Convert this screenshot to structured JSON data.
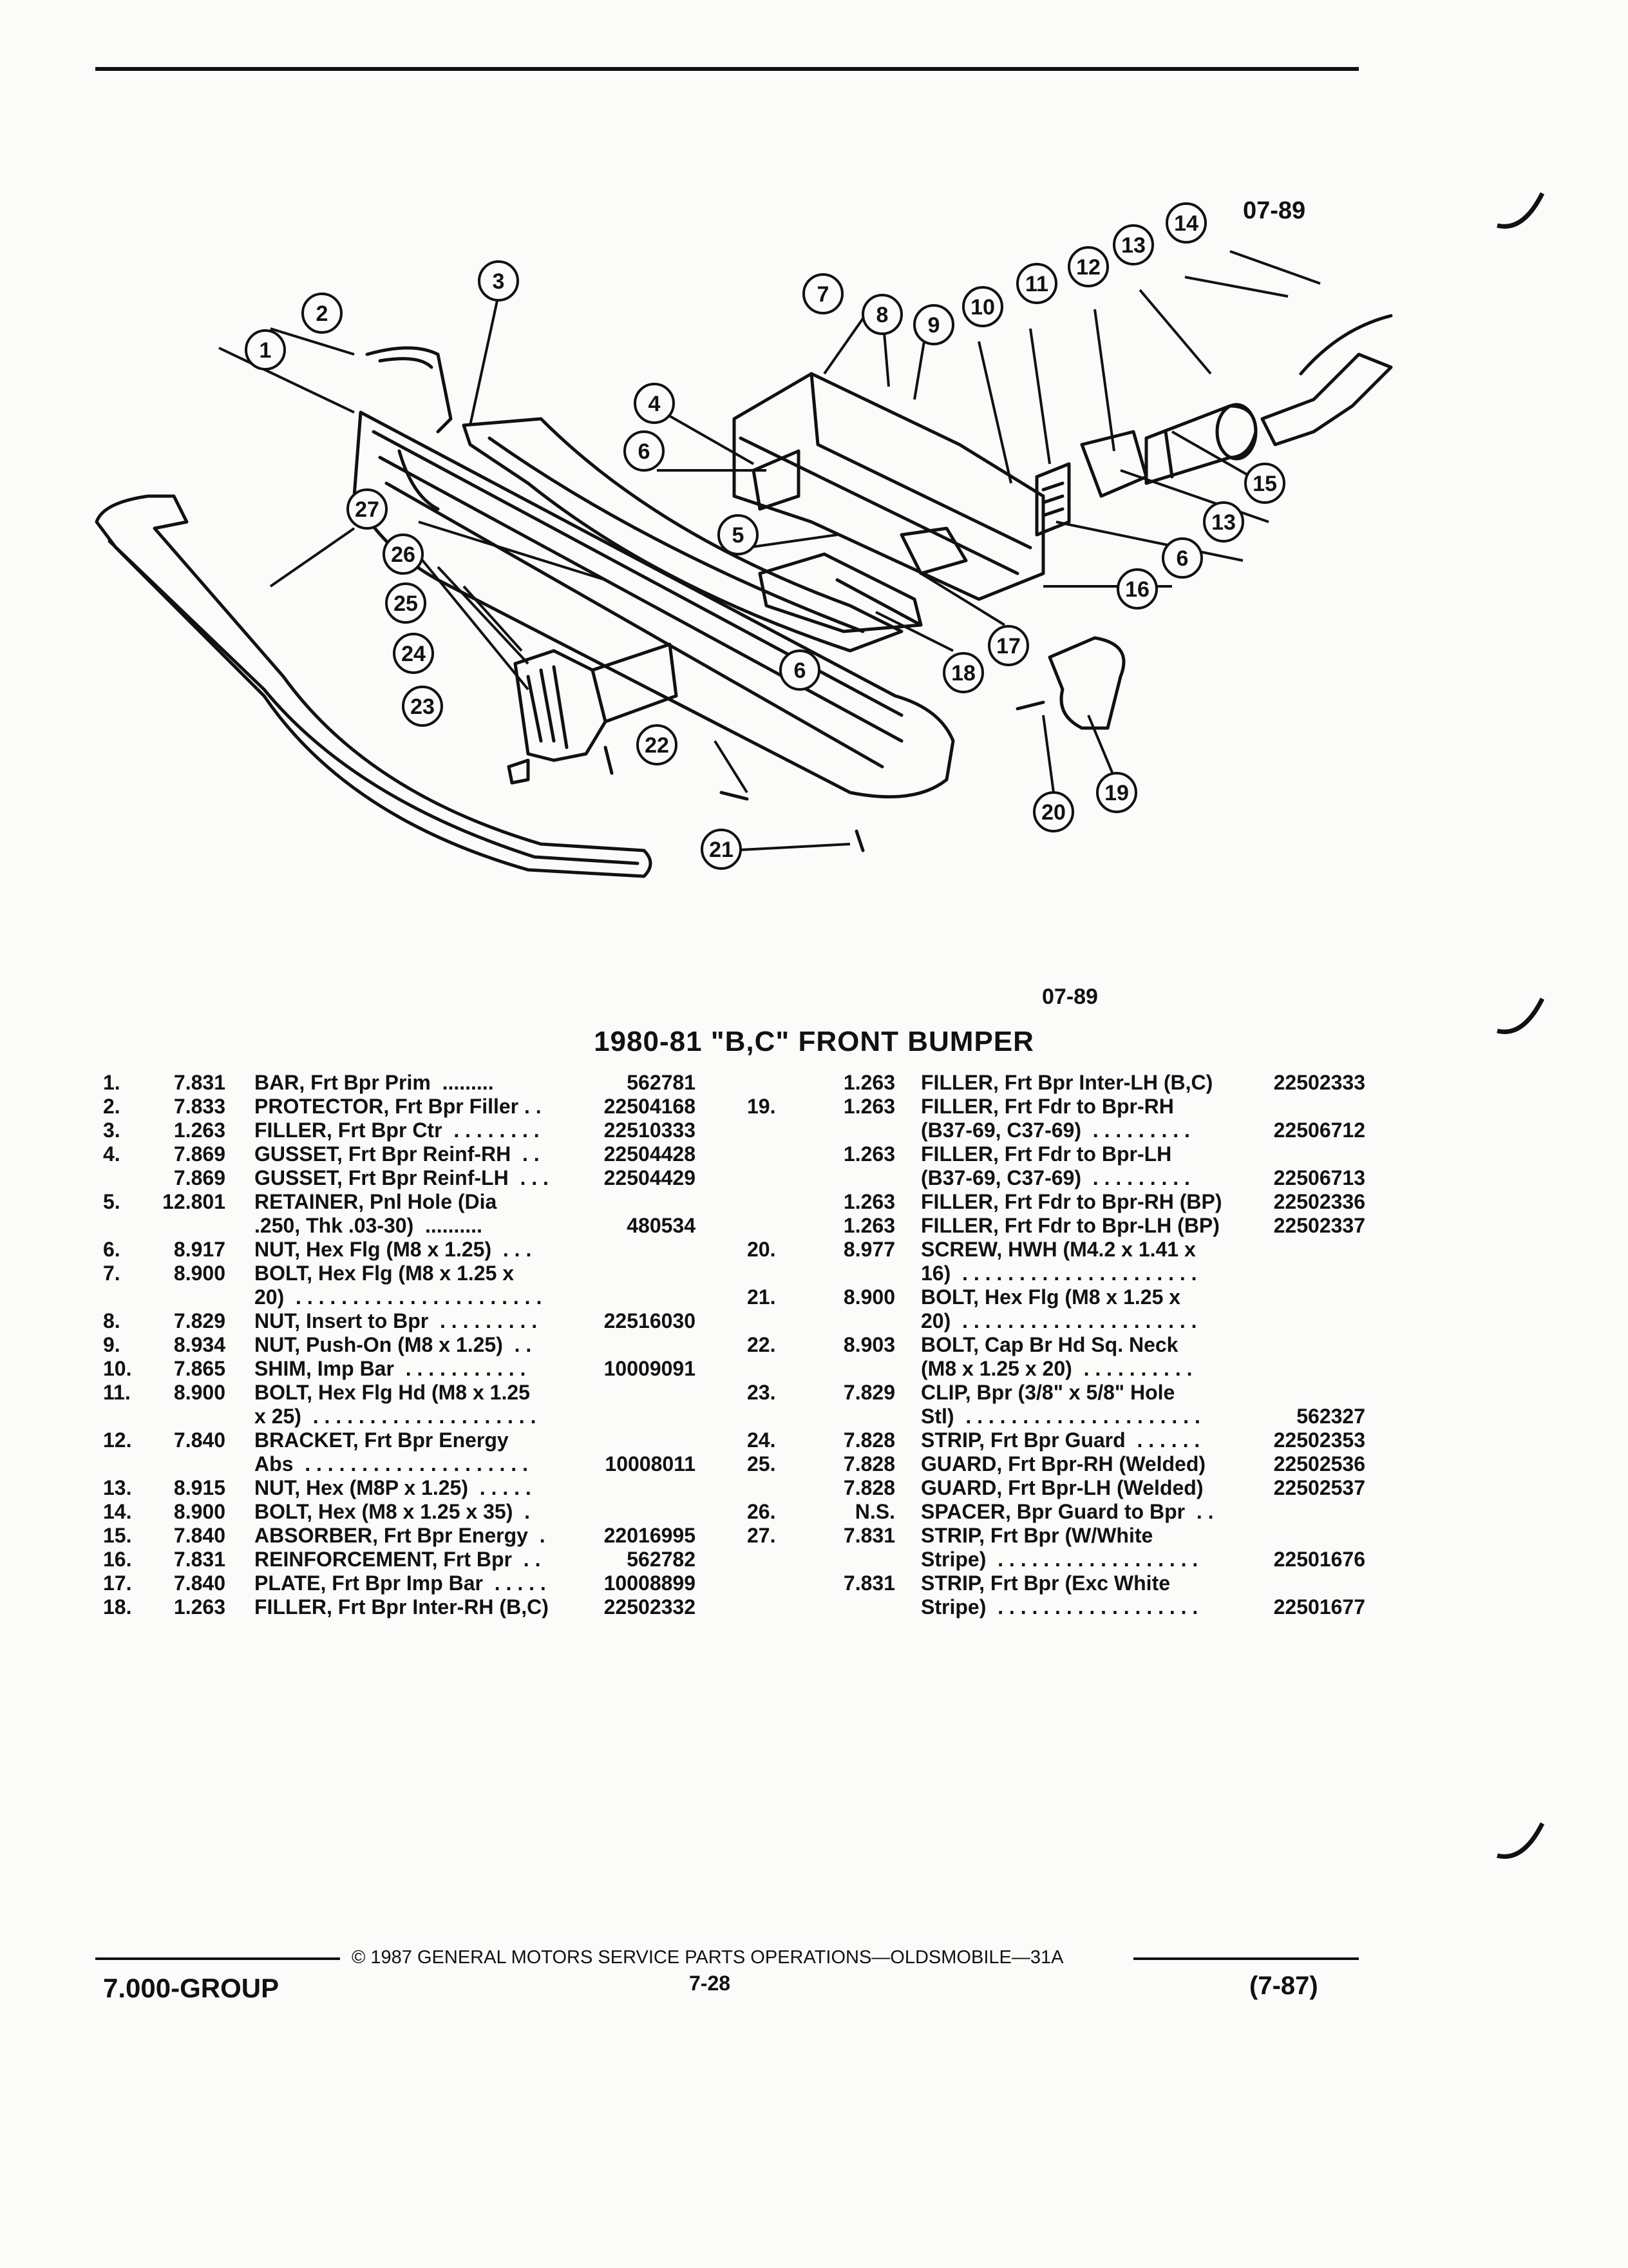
{
  "figure_code_top": "07-89",
  "figure_code_bottom": "07-89",
  "title": "1980-81 \"B,C\" FRONT BUMPER",
  "callouts": [
    "1",
    "2",
    "3",
    "4",
    "5",
    "6",
    "7",
    "8",
    "9",
    "10",
    "11",
    "12",
    "13",
    "14",
    "15",
    "16",
    "17",
    "18",
    "19",
    "20",
    "21",
    "22",
    "23",
    "24",
    "25",
    "26",
    "27"
  ],
  "parts_left": [
    {
      "num": "1.",
      "grp": "7.831",
      "name": "BAR,",
      "desc": " Frt Bpr Prim  .........",
      "part": "562781"
    },
    {
      "num": "2.",
      "grp": "7.833",
      "name": "PROTECTOR,",
      "desc": " Frt Bpr Filler . .",
      "part": "22504168"
    },
    {
      "num": "3.",
      "grp": "1.263",
      "name": "FILLER,",
      "desc": " Frt Bpr Ctr  . . . . . . . .",
      "part": "22510333"
    },
    {
      "num": "4.",
      "grp": "7.869",
      "name": "GUSSET,",
      "desc": " Frt Bpr Reinf-RH  . .",
      "part": "22504428"
    },
    {
      "num": "",
      "grp": "7.869",
      "name": "GUSSET,",
      "desc": " Frt Bpr Reinf-LH  . . .",
      "part": "22504429"
    },
    {
      "num": "5.",
      "grp": "12.801",
      "name": "RETAINER,",
      "desc": " Pnl Hole (Dia",
      "part": ""
    },
    {
      "num": "",
      "grp": "",
      "name": "",
      "desc": ".250, Thk .03-30)  ..........",
      "part": "480534"
    },
    {
      "num": "6.",
      "grp": "8.917",
      "name": "NUT,",
      "desc": " Hex Flg (M8 x 1.25)  . . .",
      "part": ""
    },
    {
      "num": "7.",
      "grp": "8.900",
      "name": "BOLT,",
      "desc": " Hex Flg (M8 x 1.25 x",
      "part": ""
    },
    {
      "num": "",
      "grp": "",
      "name": "",
      "desc": "20)  . . . . . . . . . . . . . . . . . . . . . .",
      "part": ""
    },
    {
      "num": "8.",
      "grp": "7.829",
      "name": "NUT,",
      "desc": " Insert to Bpr  . . . . . . . . .",
      "part": "22516030"
    },
    {
      "num": "9.",
      "grp": "8.934",
      "name": "NUT,",
      "desc": " Push-On (M8 x 1.25)  . .",
      "part": ""
    },
    {
      "num": "10.",
      "grp": "7.865",
      "name": "SHIM,",
      "desc": " Imp Bar  . . . . . . . . . . .",
      "part": "10009091"
    },
    {
      "num": "11.",
      "grp": "8.900",
      "name": "BOLT,",
      "desc": " Hex Flg Hd (M8 x 1.25",
      "part": ""
    },
    {
      "num": "",
      "grp": "",
      "name": "",
      "desc": "x 25)  . . . . . . . . . . . . . . . . . . . .",
      "part": ""
    },
    {
      "num": "12.",
      "grp": "7.840",
      "name": "BRACKET,",
      "desc": " Frt Bpr Energy",
      "part": ""
    },
    {
      "num": "",
      "grp": "",
      "name": "",
      "desc": "Abs  . . . . . . . . . . . . . . . . . . . .",
      "part": "10008011"
    },
    {
      "num": "13.",
      "grp": "8.915",
      "name": "NUT,",
      "desc": " Hex (M8P x 1.25)  . . . . .",
      "part": ""
    },
    {
      "num": "14.",
      "grp": "8.900",
      "name": "BOLT,",
      "desc": " Hex (M8 x 1.25 x 35)  .",
      "part": ""
    },
    {
      "num": "15.",
      "grp": "7.840",
      "name": "ABSORBER,",
      "desc": " Frt Bpr Energy  .",
      "part": "22016995"
    },
    {
      "num": "16.",
      "grp": "7.831",
      "name": "REINFORCEMENT,",
      "desc": " Frt Bpr  . .",
      "part": "562782"
    },
    {
      "num": "17.",
      "grp": "7.840",
      "name": "PLATE,",
      "desc": " Frt Bpr Imp Bar  . . . . .",
      "part": "10008899"
    },
    {
      "num": "18.",
      "grp": "1.263",
      "name": "FILLER,",
      "desc": " Frt Bpr Inter-RH (B,C)",
      "part": "22502332"
    }
  ],
  "parts_right": [
    {
      "num": "",
      "grp": "1.263",
      "name": "FILLER,",
      "desc": " Frt Bpr Inter-LH (B,C)",
      "part": "22502333"
    },
    {
      "num": "19.",
      "grp": "1.263",
      "name": "FILLER,",
      "desc": " Frt Fdr to Bpr-RH",
      "part": ""
    },
    {
      "num": "",
      "grp": "",
      "name": "",
      "desc": "(B37-69, C37-69)  . . . . . . . . .",
      "part": "22506712"
    },
    {
      "num": "",
      "grp": "1.263",
      "name": "FILLER,",
      "desc": " Frt Fdr to Bpr-LH",
      "part": ""
    },
    {
      "num": "",
      "grp": "",
      "name": "",
      "desc": "(B37-69, C37-69)  . . . . . . . . .",
      "part": "22506713"
    },
    {
      "num": "",
      "grp": "1.263",
      "name": "FILLER,",
      "desc": " Frt Fdr to Bpr-RH (BP)",
      "part": "22502336"
    },
    {
      "num": "",
      "grp": "1.263",
      "name": "FILLER,",
      "desc": " Frt Fdr to Bpr-LH (BP)",
      "part": "22502337"
    },
    {
      "num": "20.",
      "grp": "8.977",
      "name": "SCREW,",
      "desc": " HWH (M4.2 x 1.41 x",
      "part": ""
    },
    {
      "num": "",
      "grp": "",
      "name": "",
      "desc": "16)  . . . . . . . . . . . . . . . . . . . . .",
      "part": ""
    },
    {
      "num": "21.",
      "grp": "8.900",
      "name": "BOLT,",
      "desc": " Hex Flg (M8 x 1.25 x",
      "part": ""
    },
    {
      "num": "",
      "grp": "",
      "name": "",
      "desc": "20)  . . . . . . . . . . . . . . . . . . . . .",
      "part": ""
    },
    {
      "num": "22.",
      "grp": "8.903",
      "name": "BOLT,",
      "desc": " Cap Br Hd Sq. Neck",
      "part": ""
    },
    {
      "num": "",
      "grp": "",
      "name": "",
      "desc": "(M8 x 1.25 x 20)  . . . . . . . . . .",
      "part": ""
    },
    {
      "num": "23.",
      "grp": "7.829",
      "name": "CLIP,",
      "desc": " Bpr (3/8\" x 5/8\" Hole",
      "part": ""
    },
    {
      "num": "",
      "grp": "",
      "name": "",
      "desc": "Stl)  . . . . . . . . . . . . . . . . . . . . .",
      "part": "562327"
    },
    {
      "num": "24.",
      "grp": "7.828",
      "name": "STRIP,",
      "desc": " Frt Bpr Guard  . . . . . .",
      "part": "22502353"
    },
    {
      "num": "25.",
      "grp": "7.828",
      "name": "GUARD,",
      "desc": " Frt Bpr-RH (Welded)",
      "part": "22502536"
    },
    {
      "num": "",
      "grp": "7.828",
      "name": "GUARD,",
      "desc": " Frt Bpr-LH (Welded)",
      "part": "22502537"
    },
    {
      "num": "26.",
      "grp": "N.S.",
      "name": "SPACER,",
      "desc": " Bpr Guard to Bpr  . .",
      "part": ""
    },
    {
      "num": "27.",
      "grp": "7.831",
      "name": "STRIP,",
      "desc": " Frt Bpr (W/White",
      "part": ""
    },
    {
      "num": "",
      "grp": "",
      "name": "",
      "desc": "Stripe)  . . . . . . . . . . . . . . . . . .",
      "part": "22501676"
    },
    {
      "num": "",
      "grp": "7.831",
      "name": "STRIP,",
      "desc": " Frt Bpr (Exc White",
      "part": ""
    },
    {
      "num": "",
      "grp": "",
      "name": "",
      "desc": "Stripe)  . . . . . . . . . . . . . . . . . .",
      "part": "22501677"
    }
  ],
  "footer": {
    "copyright": "© 1987 GENERAL MOTORS SERVICE PARTS OPERATIONS—OLDSMOBILE—31A",
    "group": "7.000-GROUP",
    "page": "7-28",
    "date": "(7-87)"
  }
}
